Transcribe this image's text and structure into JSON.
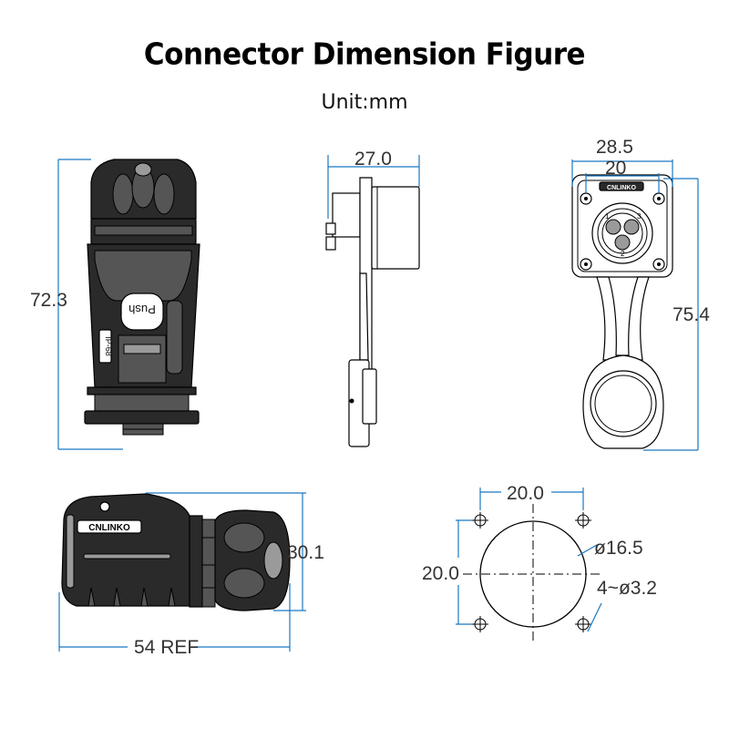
{
  "title": "Connector Dimension Figure",
  "unit": "Unit:mm",
  "dimensions": {
    "front_height": "72.3",
    "side_depth": "27.0",
    "panel_outer_width": "28.5",
    "panel_inner_width": "20",
    "panel_total_height": "75.4",
    "plug_height": "30.1",
    "plug_length": "54 REF",
    "cutout_hole_spacing_x": "20.0",
    "cutout_hole_spacing_y": "20.0",
    "cutout_diameter": "ø16.5",
    "mount_holes": "4~ø3.2"
  },
  "markings": {
    "push": "Push",
    "ip_rating": "IP-68",
    "brand": "CNLINKO",
    "pin_1": "1",
    "pin_2": "2",
    "pin_3": "3"
  }
}
